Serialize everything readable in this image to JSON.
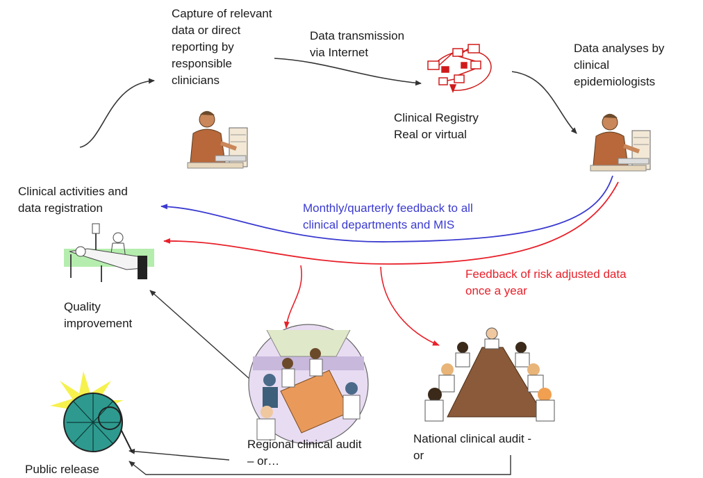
{
  "labels": {
    "capture": "Capture of relevant\ndata or direct\nreporting by\nresponsible\nclinicians",
    "transmission": "Data transmission\nvia Internet",
    "registry": "Clinical Registry\nReal or virtual",
    "analyses": "Data analyses by\nclinical\nepidemiologists",
    "activities": "Clinical activities and\ndata registration",
    "monthly_feedback": "Monthly/quarterly feedback to all\nclinical departments and MIS",
    "risk_feedback": "Feedback of risk adjusted data\nonce a year",
    "quality": "Quality\nimprovement",
    "regional": "Regional clinical audit\n– or…",
    "national": "National clinical audit -\nor",
    "public": "Public release"
  },
  "colors": {
    "text": "#1a1a1a",
    "blue_feedback": "#3a3ad0",
    "red_feedback": "#e8202a",
    "arrow_dark": "#333333"
  },
  "icons": {
    "clinician": "person-at-computer-icon",
    "epidemiologist": "person-at-computer-icon",
    "registry": "network-computers-icon",
    "patient": "patient-bed-icon",
    "regional": "meeting-group-icon",
    "national": "boardroom-icon",
    "public": "satellite-dish-icon"
  }
}
